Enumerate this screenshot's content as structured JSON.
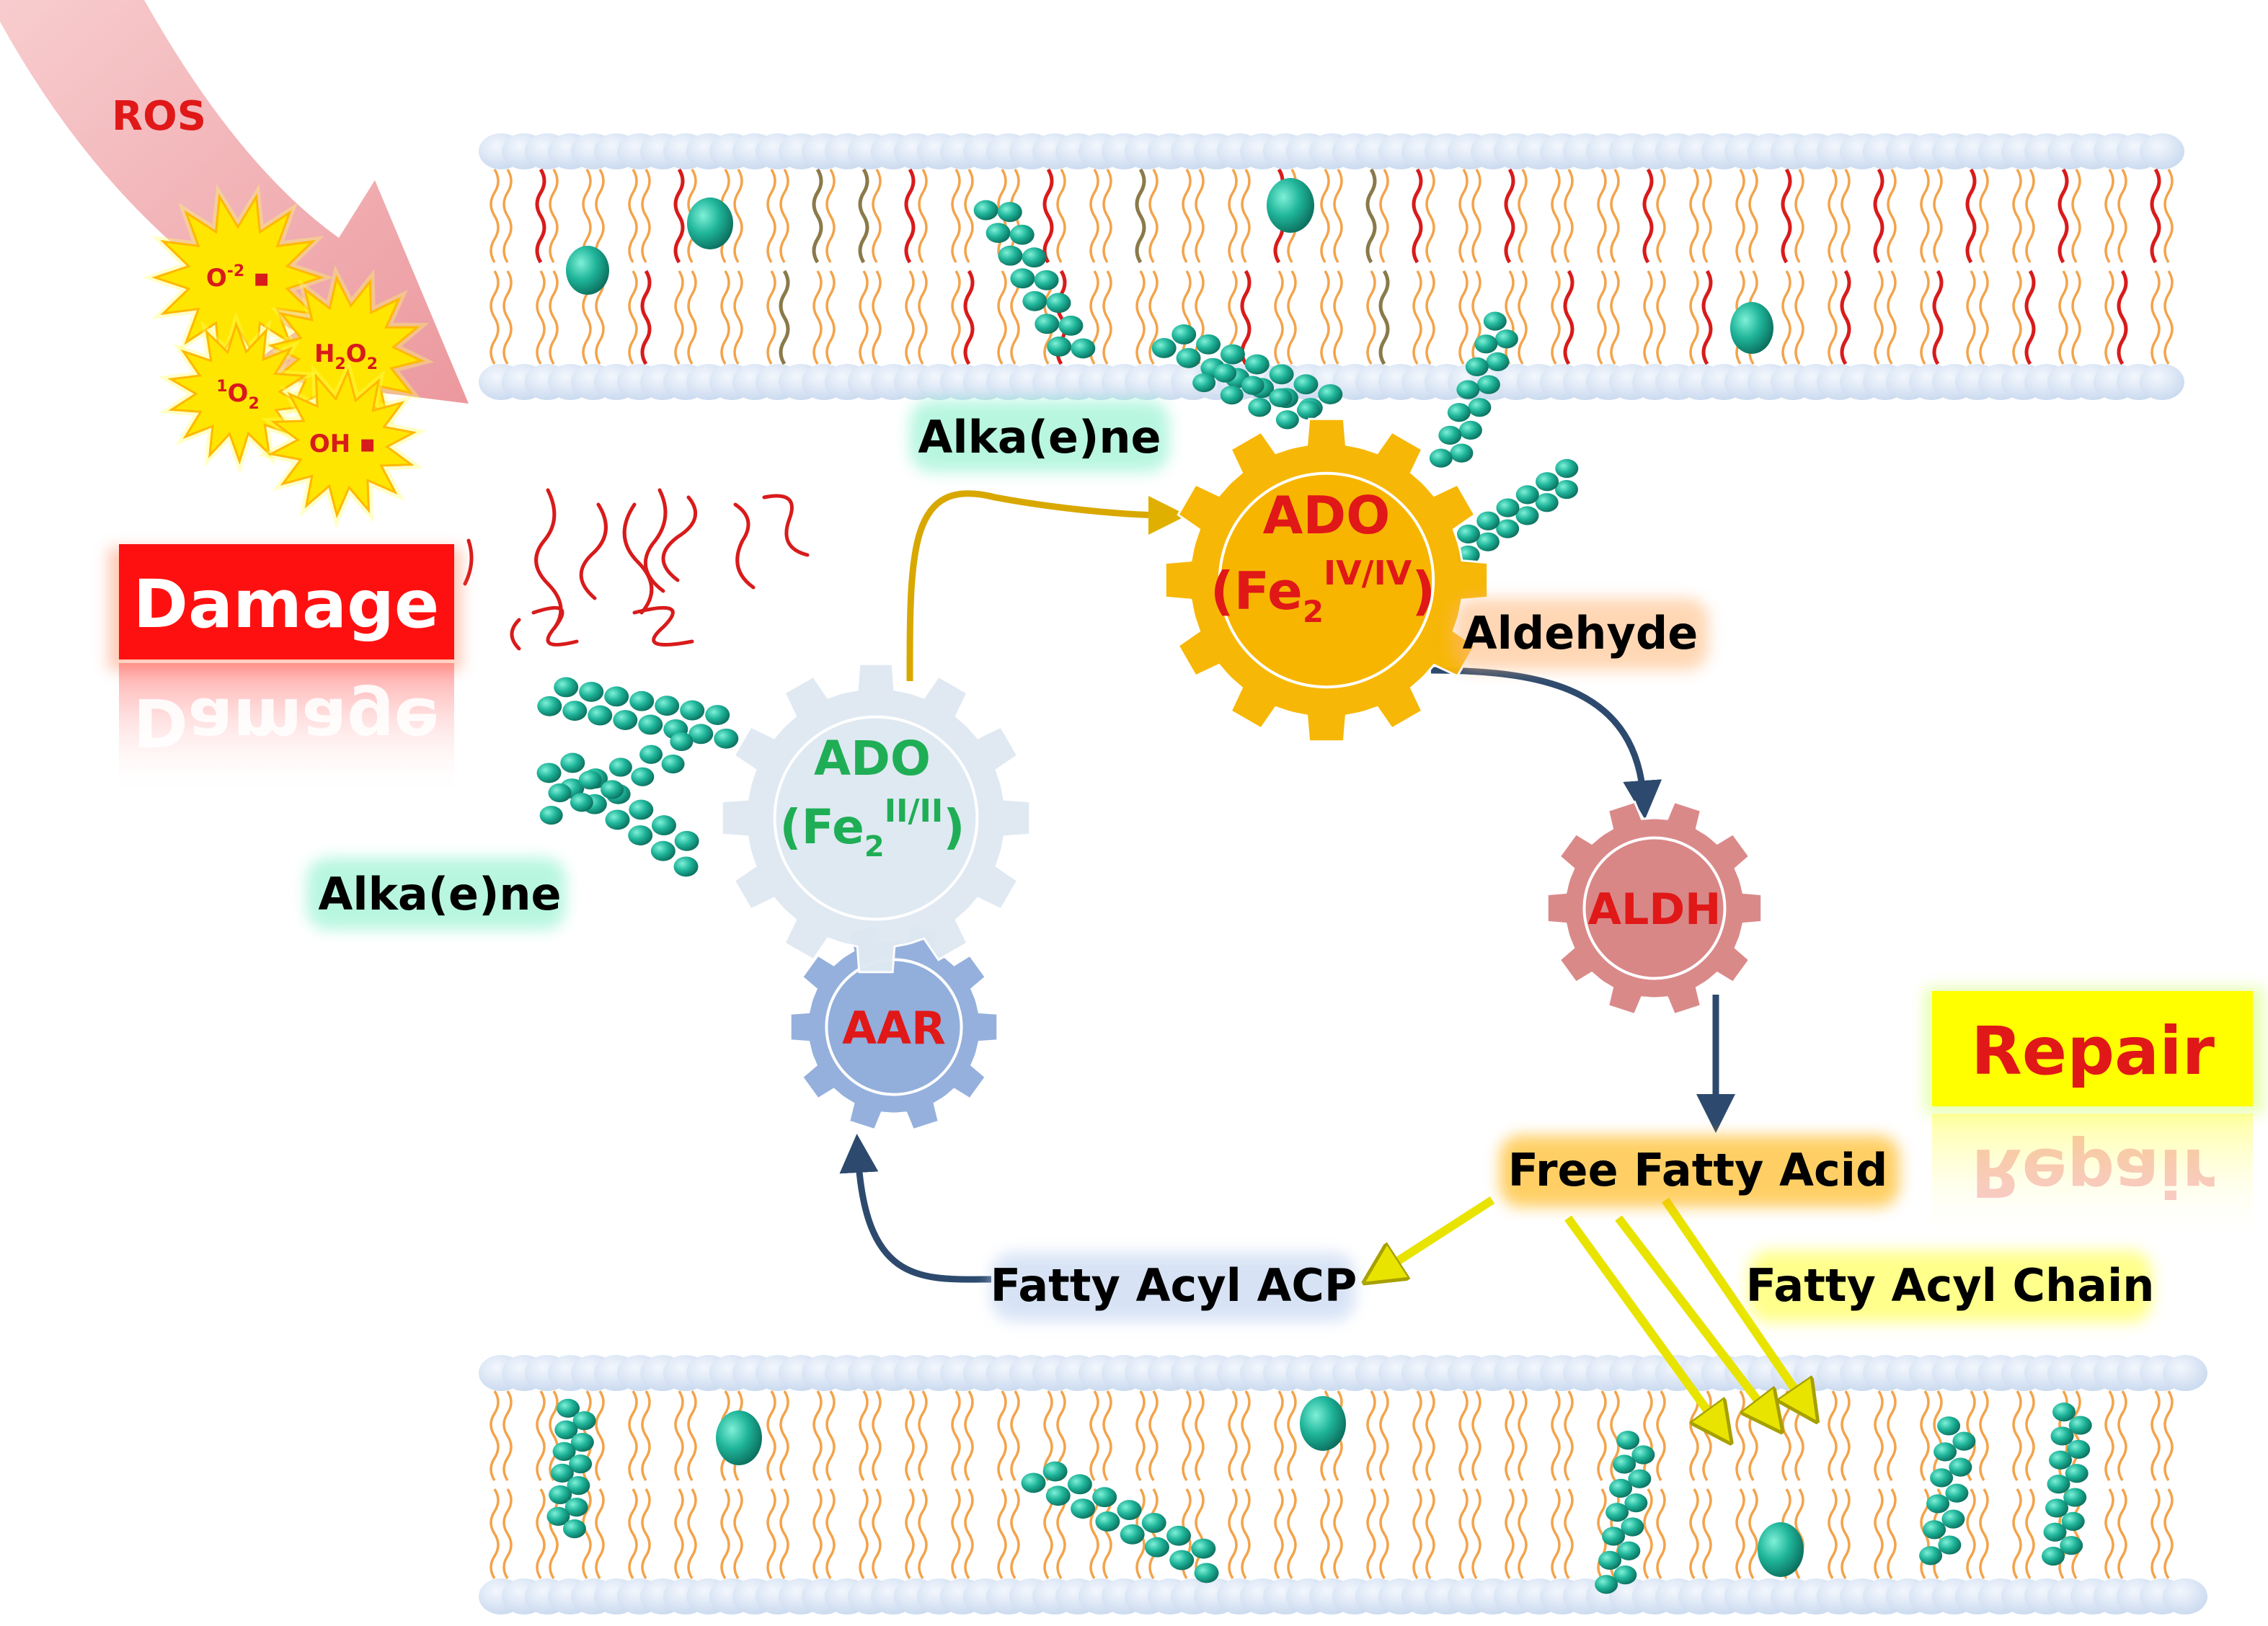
{
  "ros": {
    "label": "ROS",
    "species": [
      "O",
      "H",
      "O",
      "OH"
    ]
  },
  "labels": {
    "damage": "Damage",
    "repair": "Repair",
    "alkaene_top": "Alka(e)ne",
    "alkaene_left": "Alka(e)ne",
    "aldehyde": "Aldehyde",
    "free_fatty_acid": "Free Fatty Acid",
    "fatty_acyl_acp": "Fatty Acyl ACP",
    "fatty_acyl_chain": "Fatty Acyl Chain"
  },
  "gears": {
    "ado_active": {
      "name": "ADO",
      "metal": "Fe",
      "sub": "2",
      "sup": "IV/IV"
    },
    "ado_resting": {
      "name": "ADO",
      "metal": "Fe",
      "sub": "2",
      "sup": "II/II"
    },
    "aldh": {
      "name": "ALDH"
    },
    "aar": {
      "name": "AAR"
    }
  },
  "colors": {
    "membrane_head": "#dde8f7",
    "lipid_tail": "#f3a34a",
    "damaged_tail": "#d81b1b",
    "oxidized_tail": "#8a7a4a",
    "alkane_bead": "#1fb59a",
    "ado_active_gear": "#f7b500",
    "ado_resting_gear": "#dfe9f2",
    "aldh_gear": "#d98686",
    "aar_gear": "#92aedb",
    "dark_arrow": "#2d4a6e",
    "yellow_arrow": "#e6e200",
    "damage_box": "#ff1010",
    "repair_box": "#ffff00"
  }
}
